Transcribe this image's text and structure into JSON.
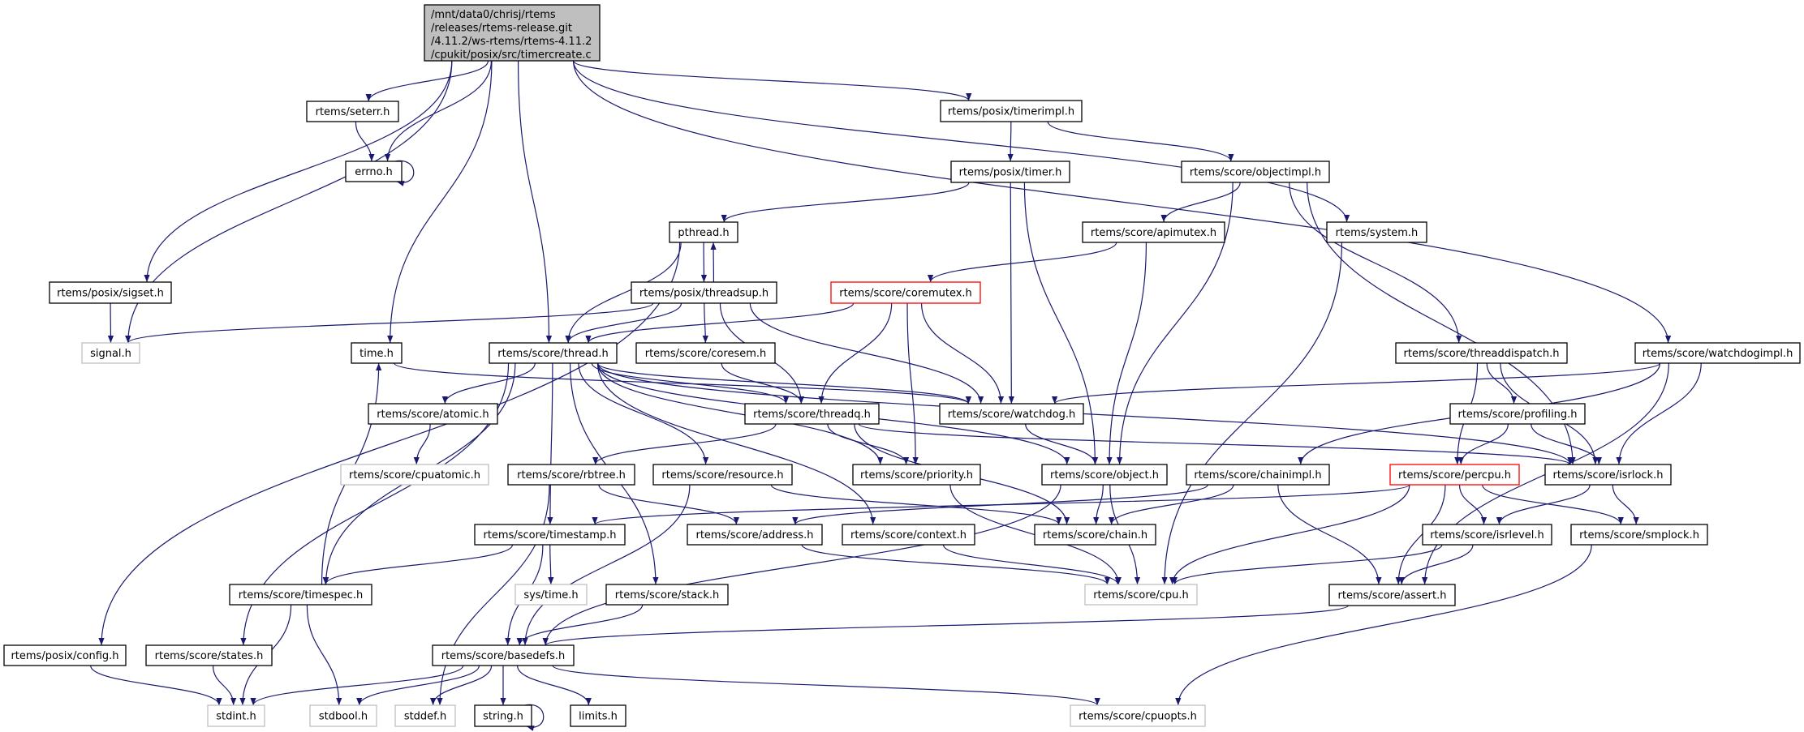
{
  "diagram": {
    "type": "include-dependency-graph",
    "colors": {
      "edge": "#191970",
      "root_fill": "#bfbfbf",
      "missing_border": "#bfbfbf",
      "truncated_border": "#ff0000",
      "node_border": "#000000"
    },
    "root": {
      "id": "root",
      "label_lines": [
        "/mnt/data0/chrisj/rtems",
        "/releases/rtems-release.git",
        "/4.11.2/ws-rtems/rtems-4.11.2",
        "/cpukit/posix/src/timercreate.c"
      ]
    },
    "nodes": [
      {
        "id": "seterr",
        "label": "rtems/seterr.h",
        "style": "normal"
      },
      {
        "id": "errno",
        "label": "errno.h",
        "style": "normal"
      },
      {
        "id": "sigset",
        "label": "rtems/posix/sigset.h",
        "style": "normal"
      },
      {
        "id": "signal",
        "label": "signal.h",
        "style": "gray"
      },
      {
        "id": "time",
        "label": "time.h",
        "style": "normal"
      },
      {
        "id": "thread",
        "label": "rtems/score/thread.h",
        "style": "normal"
      },
      {
        "id": "timerimpl",
        "label": "rtems/posix/timerimpl.h",
        "style": "normal"
      },
      {
        "id": "timer",
        "label": "rtems/posix/timer.h",
        "style": "normal"
      },
      {
        "id": "objectimpl",
        "label": "rtems/score/objectimpl.h",
        "style": "normal"
      },
      {
        "id": "pthread",
        "label": "pthread.h",
        "style": "normal"
      },
      {
        "id": "apimutex",
        "label": "rtems/score/apimutex.h",
        "style": "normal"
      },
      {
        "id": "system",
        "label": "rtems/system.h",
        "style": "normal"
      },
      {
        "id": "threadsup",
        "label": "rtems/posix/threadsup.h",
        "style": "normal"
      },
      {
        "id": "coremutex",
        "label": "rtems/score/coremutex.h",
        "style": "red"
      },
      {
        "id": "coresem",
        "label": "rtems/score/coresem.h",
        "style": "normal"
      },
      {
        "id": "threaddispatch",
        "label": "rtems/score/threaddispatch.h",
        "style": "normal"
      },
      {
        "id": "watchdogimpl",
        "label": "rtems/score/watchdogimpl.h",
        "style": "normal"
      },
      {
        "id": "atomic",
        "label": "rtems/score/atomic.h",
        "style": "normal"
      },
      {
        "id": "threadq",
        "label": "rtems/score/threadq.h",
        "style": "normal"
      },
      {
        "id": "watchdog",
        "label": "rtems/score/watchdog.h",
        "style": "normal"
      },
      {
        "id": "profiling",
        "label": "rtems/score/profiling.h",
        "style": "normal"
      },
      {
        "id": "cpuatomic",
        "label": "rtems/score/cpuatomic.h",
        "style": "gray"
      },
      {
        "id": "rbtree",
        "label": "rtems/score/rbtree.h",
        "style": "normal"
      },
      {
        "id": "resource",
        "label": "rtems/score/resource.h",
        "style": "normal"
      },
      {
        "id": "priority",
        "label": "rtems/score/priority.h",
        "style": "normal"
      },
      {
        "id": "object",
        "label": "rtems/score/object.h",
        "style": "normal"
      },
      {
        "id": "chainimpl",
        "label": "rtems/score/chainimpl.h",
        "style": "normal"
      },
      {
        "id": "percpu",
        "label": "rtems/score/percpu.h",
        "style": "red"
      },
      {
        "id": "isrlock",
        "label": "rtems/score/isrlock.h",
        "style": "normal"
      },
      {
        "id": "timestamp",
        "label": "rtems/score/timestamp.h",
        "style": "normal"
      },
      {
        "id": "address",
        "label": "rtems/score/address.h",
        "style": "normal"
      },
      {
        "id": "context",
        "label": "rtems/score/context.h",
        "style": "normal"
      },
      {
        "id": "chain",
        "label": "rtems/score/chain.h",
        "style": "normal"
      },
      {
        "id": "isrlevel",
        "label": "rtems/score/isrlevel.h",
        "style": "normal"
      },
      {
        "id": "smplock",
        "label": "rtems/score/smplock.h",
        "style": "normal"
      },
      {
        "id": "timespec",
        "label": "rtems/score/timespec.h",
        "style": "normal"
      },
      {
        "id": "systime",
        "label": "sys/time.h",
        "style": "gray"
      },
      {
        "id": "stack",
        "label": "rtems/score/stack.h",
        "style": "normal"
      },
      {
        "id": "cpu",
        "label": "rtems/score/cpu.h",
        "style": "gray"
      },
      {
        "id": "assert",
        "label": "rtems/score/assert.h",
        "style": "normal"
      },
      {
        "id": "config",
        "label": "rtems/posix/config.h",
        "style": "normal"
      },
      {
        "id": "states",
        "label": "rtems/score/states.h",
        "style": "normal"
      },
      {
        "id": "basedefs",
        "label": "rtems/score/basedefs.h",
        "style": "normal"
      },
      {
        "id": "stdint",
        "label": "stdint.h",
        "style": "gray"
      },
      {
        "id": "stdbool",
        "label": "stdbool.h",
        "style": "gray"
      },
      {
        "id": "stddef",
        "label": "stddef.h",
        "style": "gray"
      },
      {
        "id": "string",
        "label": "string.h",
        "style": "normal"
      },
      {
        "id": "limits",
        "label": "limits.h",
        "style": "normal"
      },
      {
        "id": "cpuopts",
        "label": "rtems/score/cpuopts.h",
        "style": "gray"
      }
    ],
    "edges": [
      [
        "root",
        "signal"
      ],
      [
        "root",
        "seterr"
      ],
      [
        "root",
        "errno"
      ],
      [
        "root",
        "sigset"
      ],
      [
        "root",
        "time"
      ],
      [
        "root",
        "thread"
      ],
      [
        "root",
        "timerimpl"
      ],
      [
        "root",
        "system"
      ],
      [
        "root",
        "watchdogimpl"
      ],
      [
        "seterr",
        "errno"
      ],
      [
        "errno",
        "errno"
      ],
      [
        "sigset",
        "signal"
      ],
      [
        "timerimpl",
        "timer"
      ],
      [
        "timerimpl",
        "objectimpl"
      ],
      [
        "timer",
        "pthread"
      ],
      [
        "timer",
        "watchdog"
      ],
      [
        "timer",
        "object"
      ],
      [
        "objectimpl",
        "apimutex"
      ],
      [
        "objectimpl",
        "object"
      ],
      [
        "objectimpl",
        "threaddispatch"
      ],
      [
        "objectimpl",
        "isrlock"
      ],
      [
        "pthread",
        "threadsup"
      ],
      [
        "pthread",
        "thread"
      ],
      [
        "pthread",
        "config"
      ],
      [
        "threadsup",
        "pthread"
      ],
      [
        "threadsup",
        "signal"
      ],
      [
        "threadsup",
        "thread"
      ],
      [
        "threadsup",
        "coresem"
      ],
      [
        "threadsup",
        "threadq"
      ],
      [
        "threadsup",
        "watchdog"
      ],
      [
        "apimutex",
        "coremutex"
      ],
      [
        "apimutex",
        "object"
      ],
      [
        "coremutex",
        "thread"
      ],
      [
        "coremutex",
        "threadq"
      ],
      [
        "coremutex",
        "priority"
      ],
      [
        "coremutex",
        "watchdog"
      ],
      [
        "system",
        "cpu"
      ],
      [
        "time",
        "watchdog"
      ],
      [
        "thread",
        "atomic"
      ],
      [
        "thread",
        "states"
      ],
      [
        "thread",
        "timespec"
      ],
      [
        "thread",
        "timestamp"
      ],
      [
        "thread",
        "stack"
      ],
      [
        "thread",
        "resource"
      ],
      [
        "thread",
        "context"
      ],
      [
        "thread",
        "threadq"
      ],
      [
        "thread",
        "watchdog"
      ],
      [
        "thread",
        "priority"
      ],
      [
        "thread",
        "object"
      ],
      [
        "thread",
        "isrlock"
      ],
      [
        "atomic",
        "cpuatomic"
      ],
      [
        "coresem",
        "threadq"
      ],
      [
        "threadq",
        "rbtree"
      ],
      [
        "threadq",
        "priority"
      ],
      [
        "threadq",
        "chain"
      ],
      [
        "threadq",
        "isrlock"
      ],
      [
        "watchdog",
        "object"
      ],
      [
        "rbtree",
        "address"
      ],
      [
        "rbtree",
        "stddef"
      ],
      [
        "resource",
        "chain"
      ],
      [
        "resource",
        "basedefs"
      ],
      [
        "priority",
        "cpu"
      ],
      [
        "object",
        "chain"
      ],
      [
        "object",
        "cpu"
      ],
      [
        "object",
        "basedefs"
      ],
      [
        "chainimpl",
        "chain"
      ],
      [
        "chainimpl",
        "assert"
      ],
      [
        "chainimpl",
        "address"
      ],
      [
        "threaddispatch",
        "percpu"
      ],
      [
        "threaddispatch",
        "profiling"
      ],
      [
        "threaddispatch",
        "isrlock"
      ],
      [
        "watchdogimpl",
        "watchdog"
      ],
      [
        "watchdogimpl",
        "chainimpl"
      ],
      [
        "watchdogimpl",
        "isrlock"
      ],
      [
        "watchdogimpl",
        "assert"
      ],
      [
        "profiling",
        "percpu"
      ],
      [
        "profiling",
        "isrlock"
      ],
      [
        "percpu",
        "timestamp"
      ],
      [
        "percpu",
        "isrlevel"
      ],
      [
        "percpu",
        "smplock"
      ],
      [
        "percpu",
        "assert"
      ],
      [
        "percpu",
        "cpu"
      ],
      [
        "isrlock",
        "isrlevel"
      ],
      [
        "isrlock",
        "smplock"
      ],
      [
        "isrlevel",
        "cpu"
      ],
      [
        "isrlevel",
        "assert"
      ],
      [
        "smplock",
        "cpuopts"
      ],
      [
        "timestamp",
        "timespec"
      ],
      [
        "timestamp",
        "systime"
      ],
      [
        "timestamp",
        "basedefs"
      ],
      [
        "timespec",
        "time"
      ],
      [
        "timespec",
        "stdint"
      ],
      [
        "timespec",
        "stdbool"
      ],
      [
        "address",
        "cpu"
      ],
      [
        "context",
        "cpu"
      ],
      [
        "stack",
        "basedefs"
      ],
      [
        "assert",
        "basedefs"
      ],
      [
        "basedefs",
        "stdint"
      ],
      [
        "basedefs",
        "stdbool"
      ],
      [
        "basedefs",
        "stddef"
      ],
      [
        "basedefs",
        "string"
      ],
      [
        "basedefs",
        "limits"
      ],
      [
        "basedefs",
        "cpuopts"
      ],
      [
        "string",
        "string"
      ],
      [
        "states",
        "stdint"
      ],
      [
        "config",
        "stdint"
      ]
    ]
  }
}
